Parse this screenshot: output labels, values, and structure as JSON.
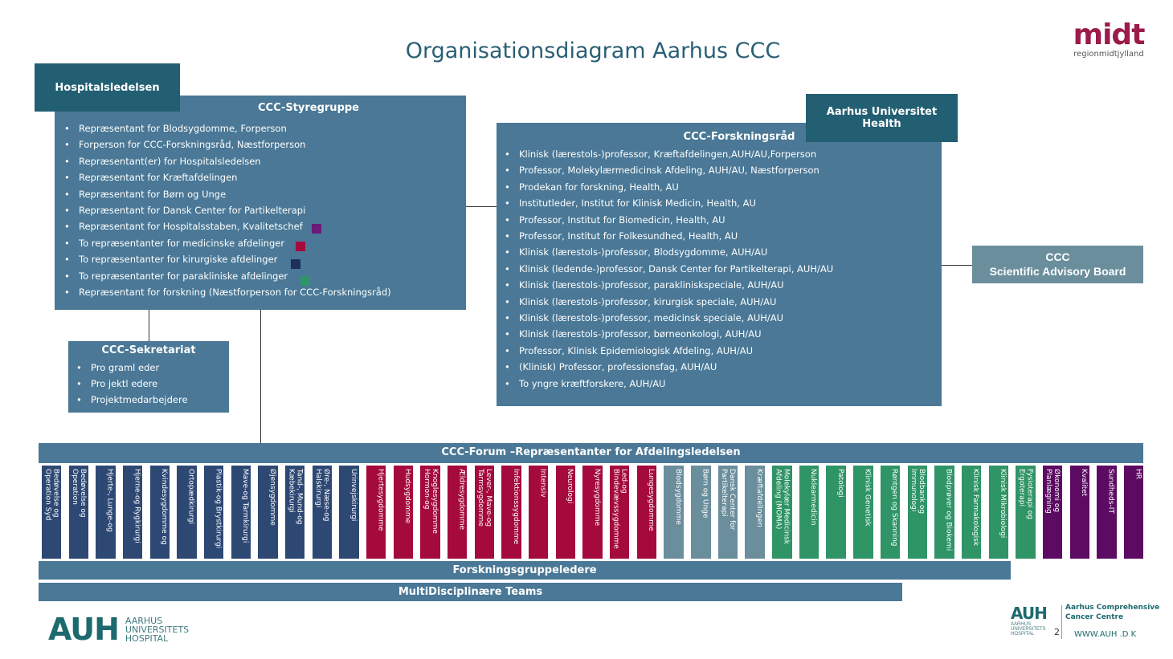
{
  "title": "Organisationsdiagram Aarhus CCC",
  "logo_midt": {
    "main": "midt",
    "sub": "regionmidtjylland"
  },
  "hospitalsledelsen": "Hospitalsledelsen",
  "styregruppe": {
    "title": "CCC-Styregruppe",
    "items": [
      "Repræsentant for Blodsygdomme, Forperson",
      "Forperson for CCC-Forskningsråd, Næstforperson",
      "Repræsentant(er) for Hospitalsledelsen",
      "Repræsentant for Kræftafdelingen",
      "Repræsentant for Børn og Unge",
      "Repræsentant for Dansk Center for Partikelterapi",
      "Repræsentant for Hospitalsstaben, Kvalitetschef",
      "To repræsentanter for medicinske afdelinger",
      "To repræsentanter for kirurgiske afdelinger",
      "To repræsentanter for parakliniske afdelinger",
      "Repræsentant for forskning (Næstforperson for CCC-Forskningsråd)"
    ]
  },
  "sekretariat": {
    "title": "CCC-Sekretariat",
    "items": [
      "Pro graml eder",
      "Pro jektl edere",
      "Projektmedarbejdere"
    ]
  },
  "au_health": "Aarhus Universitet Health",
  "forskningsraad": {
    "title": "CCC-Forskningsråd",
    "items": [
      "Klinisk (lærestols-)professor, Kræftafdelingen,AUH/AU,Forperson",
      "Professor, Molekylærmedicinsk Afdeling, AUH/AU, Næstforperson",
      "Prodekan for forskning, Health, AU",
      "Institutleder, Institut for Klinisk Medicin, Health, AU",
      "Professor, Institut for Biomedicin, Health, AU",
      "Professor, Institut for Folkesundhed, Health, AU",
      "Klinisk (lærestols-)professor, Blodsygdomme, AUH/AU",
      "Klinisk (ledende-)professor, Dansk Center for Partikelterapi, AUH/AU",
      "Klinisk (lærestols-)professor, parakliniskspeciale, AUH/AU",
      "Klinisk (lærestols-)professor, kirurgisk speciale, AUH/AU",
      "Klinisk (lærestols-)professor, medicinsk speciale, AUH/AU",
      "Klinisk (lærestols-)professor, børneonkologi, AUH/AU",
      "Professor, Klinisk Epidemiologisk Afdeling, AUH/AU",
      "(Klinisk) Professor, professionsfag, AUH/AU",
      "To yngre kræftforskere, AUH/AU"
    ]
  },
  "sab": {
    "line1": "CCC",
    "line2": "Scientific Advisory Board"
  },
  "forum": "CCC-Forum –Repræsentanter for Afdelingsledelsen",
  "colors": {
    "kirurgi": "#2e4874",
    "medicin": "#a50a3c",
    "onko": "#6b8e9c",
    "paraklinik": "#2f9466",
    "stab": "#5c0a62"
  },
  "departments": [
    {
      "label": "Bedøvelse og Operation Syd",
      "group": "kirurgi"
    },
    {
      "label": "Bedøvelse og Operation",
      "group": "kirurgi"
    },
    {
      "label": "Hjerte-, Lunge-og",
      "group": "kirurgi"
    },
    {
      "label": "Hjerne-og Rygkirurgi",
      "group": "kirurgi"
    },
    {
      "label": "Kvindesygdomme og",
      "group": "kirurgi"
    },
    {
      "label": "Ortopædkirurgi",
      "group": "kirurgi"
    },
    {
      "label": "Plastik-og Brystkirurgi",
      "group": "kirurgi"
    },
    {
      "label": "Mave-og Tarmkirurgi",
      "group": "kirurgi"
    },
    {
      "label": "Øjensygdomme",
      "group": "kirurgi"
    },
    {
      "label": "Tand-, Mund-og Kæbekirurgi",
      "group": "kirurgi"
    },
    {
      "label": "Øre-, Næse-og Halskirurgi",
      "group": "kirurgi"
    },
    {
      "label": "Urinvejskirurgi",
      "group": "kirurgi"
    },
    {
      "label": "Hjertesygdomme",
      "group": "medicin"
    },
    {
      "label": "Hudsygdomme",
      "group": "medicin"
    },
    {
      "label": "Knoglesygdomme Hormon-og",
      "group": "medicin"
    },
    {
      "label": "Ældresygdomme",
      "group": "medicin"
    },
    {
      "label": "Lever-, Mave-og Tarmsygdomme",
      "group": "medicin"
    },
    {
      "label": "Infektionssygdomme",
      "group": "medicin"
    },
    {
      "label": "Intensiv",
      "group": "medicin"
    },
    {
      "label": "Neurologi",
      "group": "medicin"
    },
    {
      "label": "Nyresygdomme",
      "group": "medicin"
    },
    {
      "label": "Led-og Bindevævssygdomme",
      "group": "medicin"
    },
    {
      "label": "Lungesygdomme",
      "group": "medicin"
    },
    {
      "label": "Blodsygdomme",
      "group": "onko"
    },
    {
      "label": "Børn og Unge",
      "group": "onko"
    },
    {
      "label": "Dansk Center for Partikelterapi",
      "group": "onko"
    },
    {
      "label": "Kræftafdelingen",
      "group": "onko"
    },
    {
      "label": "Molekylær Medicinsk Afdeling (MOMA)",
      "group": "paraklinik"
    },
    {
      "label": "Nuklearmedicin",
      "group": "paraklinik"
    },
    {
      "label": "Patologi",
      "group": "paraklinik"
    },
    {
      "label": "Klinisk Genetisk",
      "group": "paraklinik"
    },
    {
      "label": "Røntgen og Skanning",
      "group": "paraklinik"
    },
    {
      "label": "Blodbank og Immunologi",
      "group": "paraklinik"
    },
    {
      "label": "Blodprøver og Biokemi",
      "group": "paraklinik"
    },
    {
      "label": "Klinisk Farmakologisk",
      "group": "paraklinik"
    },
    {
      "label": "Klinisk Mikrobiologi",
      "group": "paraklinik"
    },
    {
      "label": "Fysioterapi og Ergoterapi",
      "group": "paraklinik"
    },
    {
      "label": "Økonomi og Planlægning",
      "group": "stab"
    },
    {
      "label": "Kvalitet",
      "group": "stab"
    },
    {
      "label": "Sundheds-IT",
      "group": "stab"
    },
    {
      "label": "HR",
      "group": "stab"
    }
  ],
  "forskningsgruppeledere": "Forskningsgruppeledere",
  "multidisciplinaere": "MultiDisciplinære Teams",
  "auh_logo": {
    "mark": "AUH",
    "line1": "AARHUS",
    "line2": "UNIVERSITETS",
    "line3": "HOSPITAL"
  },
  "footer": {
    "center": "Aarhus Comprehensive Cancer Centre",
    "page": "2",
    "url": "WWW.AUH .D K"
  }
}
